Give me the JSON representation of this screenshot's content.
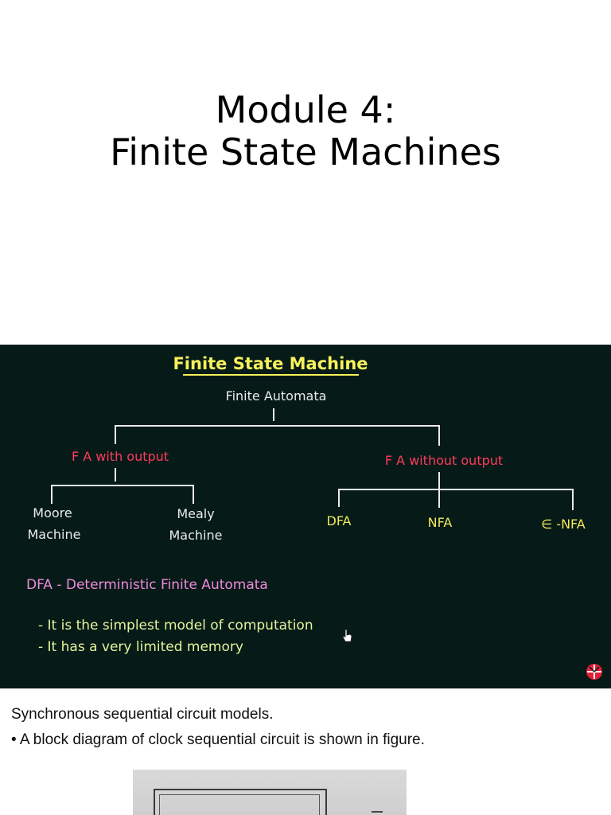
{
  "title": {
    "line1": "Module 4:",
    "line2": "Finite State Machines"
  },
  "board": {
    "heading": "Finite State Machine",
    "root": "Finite Automata",
    "with_output": "F A with output",
    "without_output": "F A without output",
    "moore_line1": "Moore",
    "moore_line2": "Machine",
    "mealy_line1": "Mealy",
    "mealy_line2": "Machine",
    "dfa": "DFA",
    "nfa": "NFA",
    "enfa": "∈ -NFA",
    "definition": "DFA - Deterministic Finite Automata",
    "point1": "- It is the simplest model of computation",
    "point2": "- It has a very limited memory",
    "colors": {
      "background": "#061a18",
      "heading": "#f6f25a",
      "chalk": "#e8ece8",
      "red": "#ff3b5c",
      "yellow": "#f3ea5a",
      "pink": "#f08ad8",
      "yellow_green": "#e4f49a"
    }
  },
  "caption": {
    "line1": "Synchronous sequential circuit models.",
    "line2": "• A block diagram of clock sequential circuit is shown in figure."
  }
}
